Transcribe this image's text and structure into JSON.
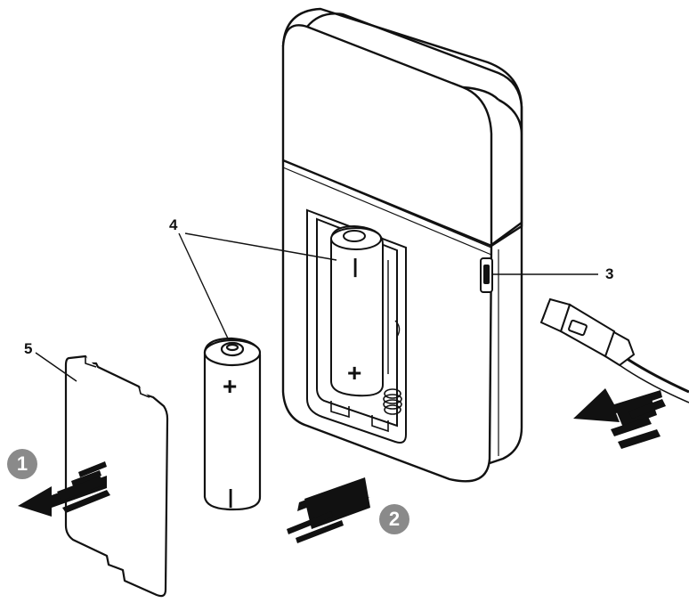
{
  "callouts": {
    "usb_port": "3",
    "batteries": "4",
    "battery_cover": "5"
  },
  "steps": {
    "remove_cover": "1",
    "insert_batteries": "2"
  },
  "battery_marks": {
    "plus": "+",
    "minus": "|"
  }
}
